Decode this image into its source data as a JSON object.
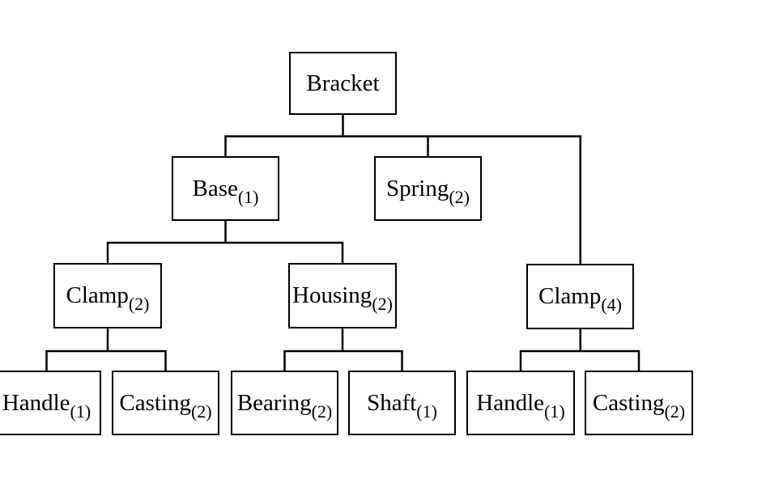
{
  "diagram": {
    "kind": "product-structure-tree",
    "root_label": "Bracket",
    "colors": {
      "line": "#000000",
      "text": "#000000",
      "background": "#ffffff",
      "node_fill": "#ffffff"
    },
    "nodes": [
      {
        "id": "bracket",
        "name": "Bracket",
        "qty": "",
        "row": 0,
        "parent": null
      },
      {
        "id": "base",
        "name": "Base",
        "qty": "(1)",
        "row": 1,
        "parent": "bracket"
      },
      {
        "id": "spring",
        "name": "Spring",
        "qty": "(2)",
        "row": 1,
        "parent": "bracket"
      },
      {
        "id": "clamp-left",
        "name": "Clamp",
        "qty": "(2)",
        "row": 2,
        "parent": "base"
      },
      {
        "id": "housing",
        "name": "Housing",
        "qty": "(2)",
        "row": 2,
        "parent": "base"
      },
      {
        "id": "clamp-right",
        "name": "Clamp",
        "qty": "(4)",
        "row": 2,
        "parent": "bracket"
      },
      {
        "id": "handle-left",
        "name": "Handle",
        "qty": "(1)",
        "row": 3,
        "parent": "clamp-left"
      },
      {
        "id": "casting-left",
        "name": "Casting",
        "qty": "(2)",
        "row": 3,
        "parent": "clamp-left"
      },
      {
        "id": "bearing",
        "name": "Bearing",
        "qty": "(2)",
        "row": 3,
        "parent": "housing"
      },
      {
        "id": "shaft",
        "name": "Shaft",
        "qty": "(1)",
        "row": 3,
        "parent": "housing"
      },
      {
        "id": "handle-right",
        "name": "Handle",
        "qty": "(1)",
        "row": 3,
        "parent": "clamp-right"
      },
      {
        "id": "casting-right",
        "name": "Casting",
        "qty": "(2)",
        "row": 3,
        "parent": "clamp-right"
      }
    ]
  }
}
